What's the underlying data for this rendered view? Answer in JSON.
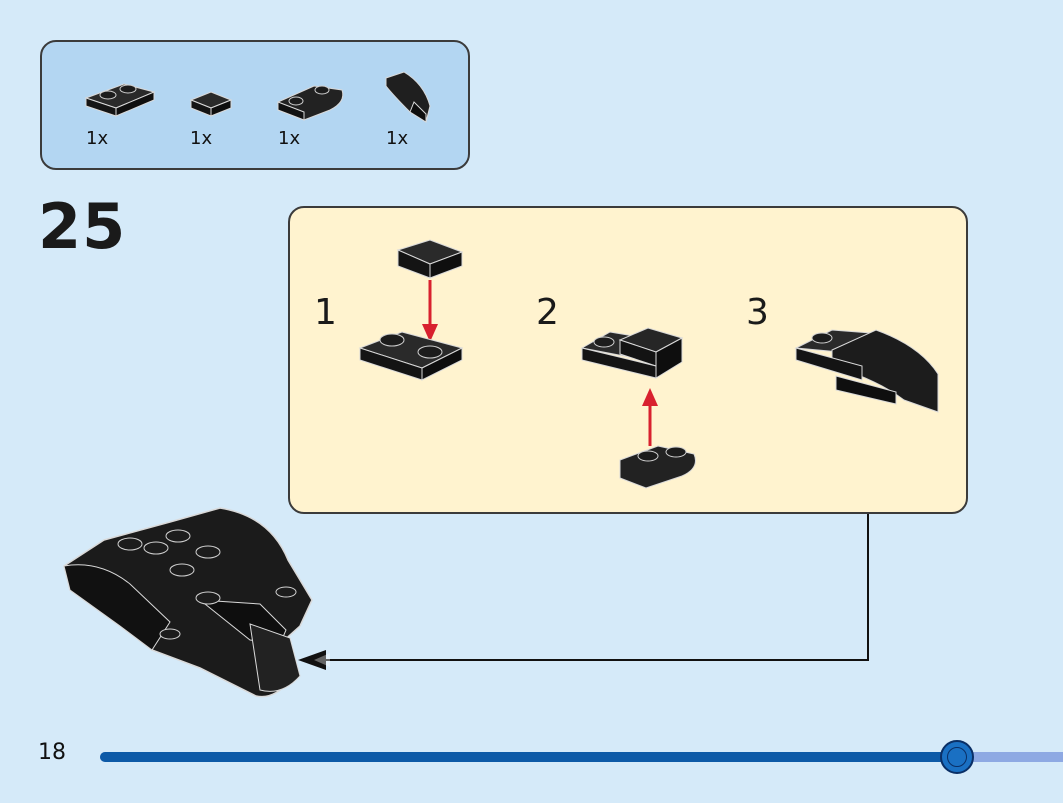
{
  "parts_list": {
    "items": [
      {
        "icon": "plate-1x2-icon",
        "qty": "1x"
      },
      {
        "icon": "tile-1x1-icon",
        "qty": "1x"
      },
      {
        "icon": "plate-curved-1x2-icon",
        "qty": "1x"
      },
      {
        "icon": "slope-curved-wing-icon",
        "qty": "1x"
      }
    ]
  },
  "step": {
    "number": "25"
  },
  "substeps": [
    {
      "label": "1"
    },
    {
      "label": "2"
    },
    {
      "label": "3"
    }
  ],
  "footer": {
    "page_number": "18",
    "progress": 0.89
  },
  "colors": {
    "background": "#d5eaf9",
    "parts_box": "#b3d6f2",
    "callout_box": "#fff3cf",
    "arrow_red": "#d8202e",
    "brick_black": "#1c1c1c",
    "progress_fill": "#0d5aa7",
    "progress_track": "#8ea9e3"
  }
}
